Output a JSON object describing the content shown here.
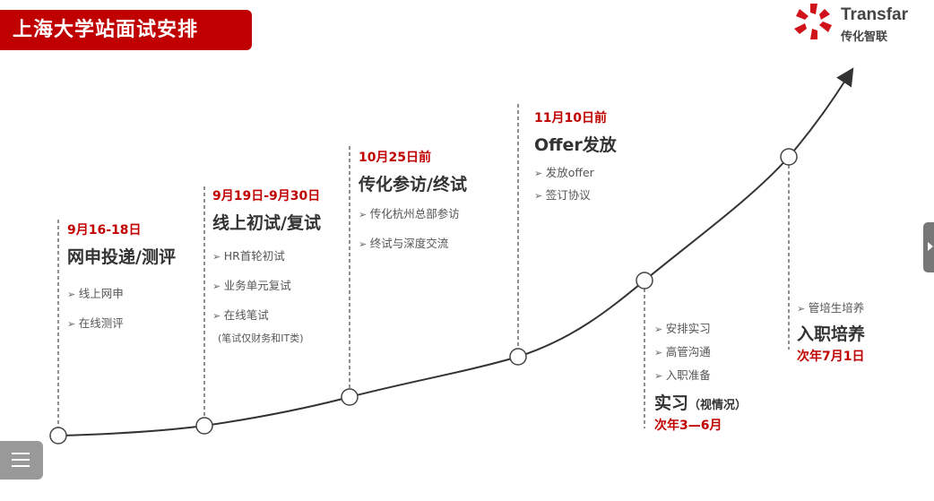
{
  "header": {
    "title": "上海大学站面试安排",
    "logo_en": "Transfar",
    "logo_cn": "传化智联"
  },
  "colors": {
    "accent": "#c00000"
  },
  "stages": [
    {
      "date": "9月16-18日",
      "title": "网申投递/测评",
      "items": [
        "线上网申",
        "在线测评"
      ]
    },
    {
      "date": "9月19日-9月30日",
      "title": "线上初试/复试",
      "items": [
        "HR首轮初试",
        "业务单元复试",
        "在线笔试"
      ],
      "note": "(笔试仅财务和IT类)"
    },
    {
      "date": "10月25日前",
      "title": "传化参访/终试",
      "items": [
        "传化杭州总部参访",
        "终试与深度交流"
      ]
    },
    {
      "date": "11月10日前",
      "title": "Offer发放",
      "items": [
        "发放offer",
        "签订协议"
      ]
    },
    {
      "date": "次年3—6月",
      "title": "实习",
      "title_suffix": "（视情况）",
      "items": [
        "安排实习",
        "高管沟通",
        "入职准备"
      ]
    },
    {
      "date": "次年7月1日",
      "title": "入职培养",
      "items": [
        "管培生培养"
      ]
    }
  ]
}
